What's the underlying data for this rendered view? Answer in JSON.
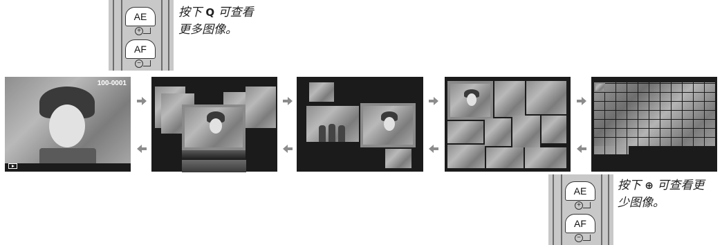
{
  "top_panel": {
    "ae_label": "AE",
    "af_label": "AF"
  },
  "top_caption": {
    "prefix": "按下",
    "zoom_symbol": "Q",
    "suffix": "可查看",
    "line2": "更多图像。"
  },
  "bottom_panel": {
    "ae_label": "AE",
    "af_label": "AF"
  },
  "bottom_caption": {
    "prefix": "按下",
    "zoom_symbol": "⊕",
    "suffix": "可查看更",
    "line2": "少图像。"
  },
  "screen1": {
    "frame_number": "100-0001"
  },
  "colors": {
    "arrow": "#8c8c8c",
    "screen_bg": "#1b1b1b",
    "panel_bg": "#c8c8c8"
  },
  "icons": [
    "play-icon",
    "arrow-right-icon",
    "arrow-left-icon",
    "zoom-out-icon",
    "zoom-in-icon"
  ]
}
